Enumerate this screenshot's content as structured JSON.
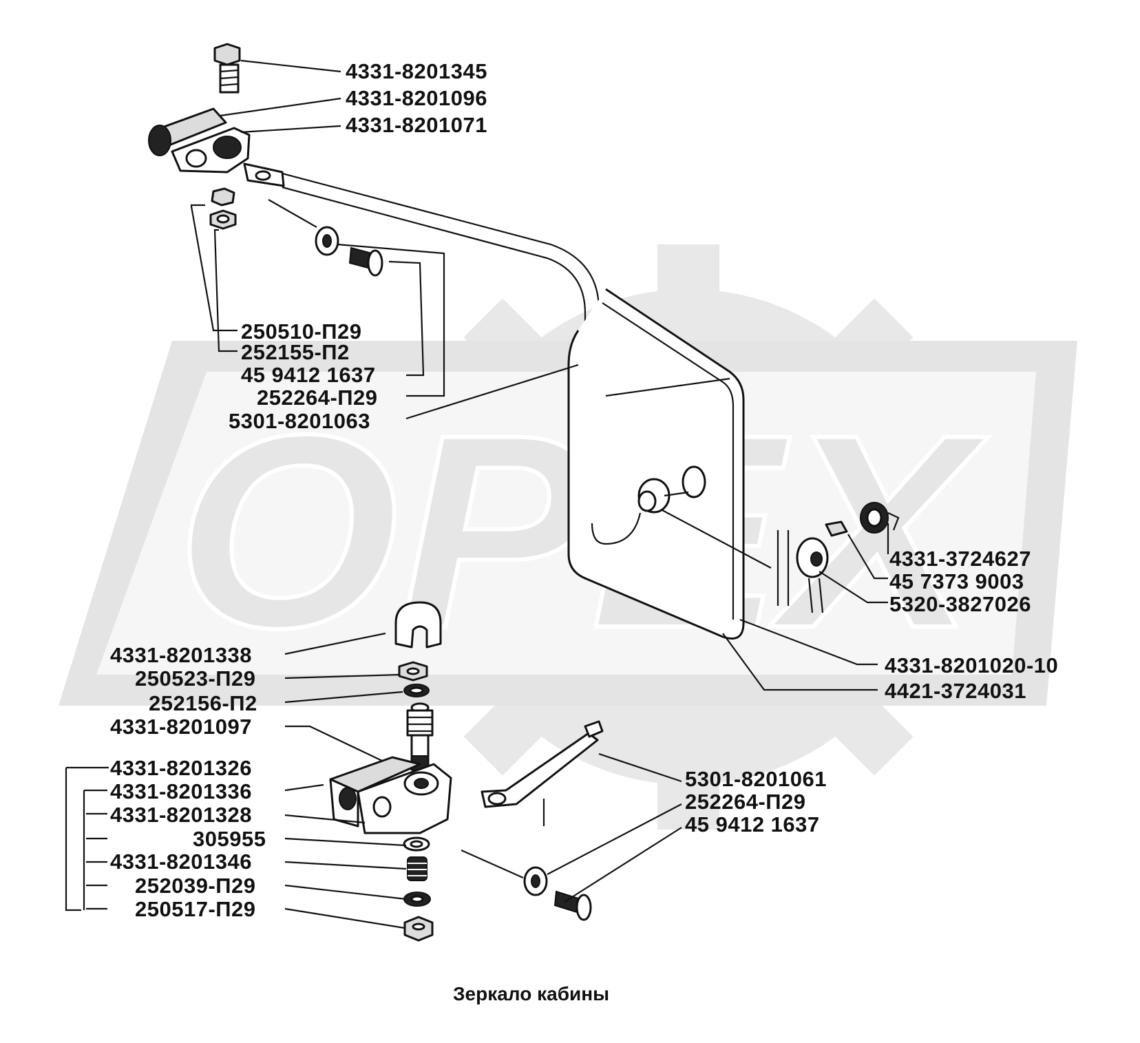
{
  "caption": "Зеркало кабины",
  "watermark": {
    "text": "ОРЕХ",
    "color": "#e6e6e6"
  },
  "labels": {
    "l01": "4331-8201345",
    "l02": "4331-8201096",
    "l03": "4331-8201071",
    "l04": "250510-П29",
    "l05": "252155-П2",
    "l06": "45 9412 1637",
    "l07": "252264-П29",
    "l08": "5301-8201063",
    "l09": "4331-3724627",
    "l10": "45 7373 9003",
    "l11": "5320-3827026",
    "l12": "4331-8201020-10",
    "l13": "4421-3724031",
    "l14": "4331-8201338",
    "l15": "250523-П29",
    "l16": "252156-П2",
    "l17": "4331-8201097",
    "l18": "4331-8201326",
    "l19": "4331-8201336",
    "l20": "4331-8201328",
    "l21": "305955",
    "l22": "4331-8201346",
    "l23": "252039-П29",
    "l24": "250517-П29",
    "l25": "5301-8201061",
    "l26": "252264-П29",
    "l27": "45 9412 1637"
  }
}
